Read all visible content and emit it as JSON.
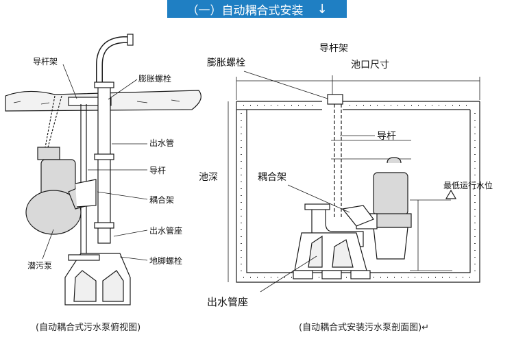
{
  "banner": {
    "title": "（一）自动耦合式安装",
    "arrow_icon": "↓"
  },
  "left_view": {
    "labels": {
      "guide_bracket": "导杆架",
      "expansion_bolt": "膨胀螺栓",
      "outlet_pipe": "出水管",
      "guide_rod": "导杆",
      "coupling_frame": "耦合架",
      "outlet_seat": "出水管座",
      "anchor_bolt": "地脚螺栓",
      "submersible_pump": "潜污泵"
    },
    "caption": "(自动耦合式污水泵俯视图)"
  },
  "right_view": {
    "labels": {
      "guide_bracket": "导杆架",
      "expansion_bolt": "膨胀螺栓",
      "pit_size": "池口尺寸",
      "guide_rod": "导杆",
      "pit_depth": "池深",
      "coupling_frame": "耦合架",
      "min_water_level": "最低运行水位",
      "outlet_seat": "出水管座"
    },
    "caption": "(自动耦合式安装污水泵剖面图)↵"
  },
  "colors": {
    "banner": "#1f7fc3",
    "line": "#1a1a1a",
    "pump_fill": "#d9d9d9"
  }
}
